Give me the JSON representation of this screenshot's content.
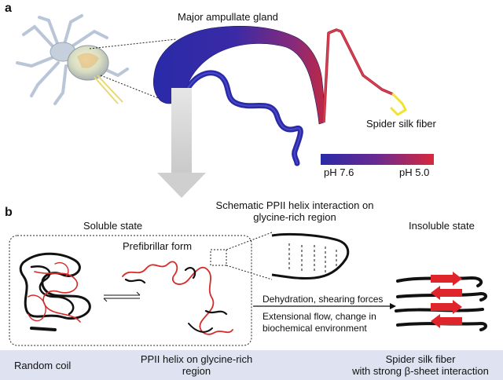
{
  "panel_a": {
    "letter": "a",
    "gland_label": "Major ampullate gland",
    "fiber_label": "Spider silk fiber",
    "ph_scale": {
      "left": "pH 7.6",
      "right": "pH 5.0",
      "color_left": "#2a2aa8",
      "color_right": "#d8283c"
    }
  },
  "panel_b": {
    "letter": "b",
    "soluble_state": "Soluble state",
    "prefibrillar_form": "Prefibrillar form",
    "ppii_title_line1": "Schematic PPII helix interaction on",
    "ppii_title_line2": "glycine-rich region",
    "insoluble_state": "Insoluble state",
    "process_top": "Dehydration, shearing forces",
    "process_bottom_line1": "Extensional flow, change in",
    "process_bottom_line2": "biochemical environment"
  },
  "bottom_band": {
    "random_coil": "Random coil",
    "ppii_line1": "PPII helix on glycine-rich",
    "ppii_line2": "region",
    "fiber_line1": "Spider silk fiber",
    "fiber_line2_prefix": "with strong ",
    "fiber_line2_beta": "β",
    "fiber_line2_suffix": "-sheet interaction",
    "background_color": "#dfe3f1"
  },
  "colors": {
    "sheet_arrow": "#e0242b",
    "gland_blue": "#2a2aa8",
    "gland_red": "#c8283c",
    "fiber_yellow": "#f2e234"
  }
}
